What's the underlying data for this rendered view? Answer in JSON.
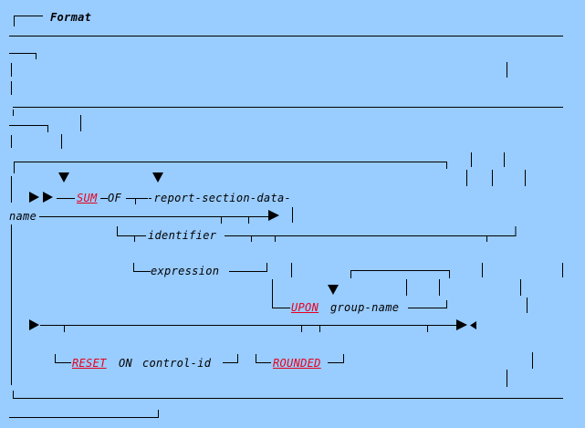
{
  "format_label": "Format",
  "keywords": {
    "sum": "SUM",
    "of": "OF",
    "upon": "UPON",
    "reset": "RESET",
    "on": "ON",
    "rounded": "ROUNDED"
  },
  "operands": {
    "report_section_data": "-report-section-data-",
    "name": "name",
    "identifier": "identifier",
    "expression": "expression",
    "group_name": "group-name",
    "control_id": "control-id"
  },
  "colors": {
    "background": "#99ccff",
    "keyword": "#e8001c",
    "text": "#000000"
  }
}
